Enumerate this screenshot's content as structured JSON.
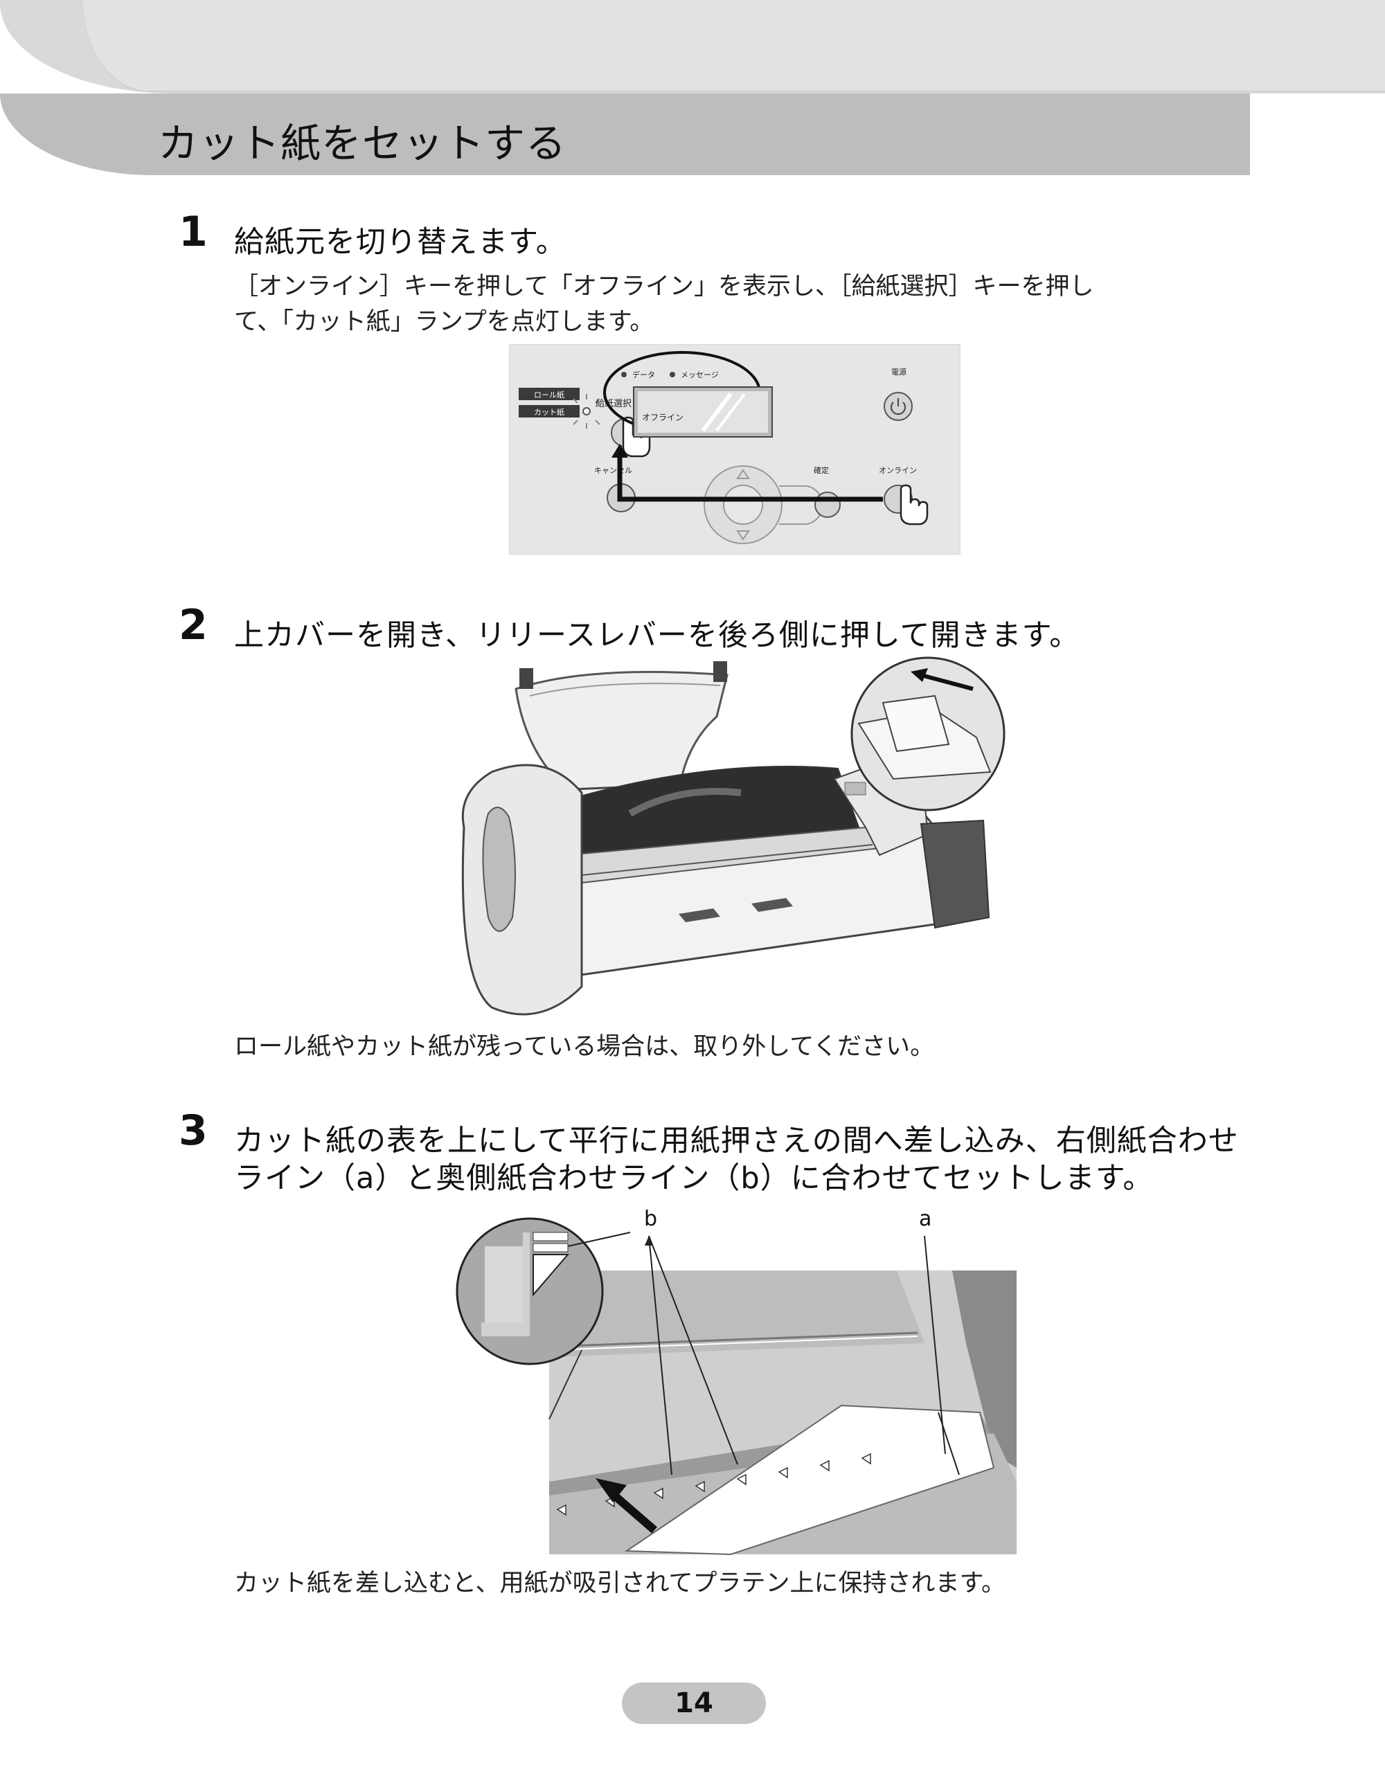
{
  "header": {
    "title": "カット紙をセットする"
  },
  "steps": [
    {
      "number": "1",
      "heading": "給紙元を切り替えます。",
      "body_line1": "［オンライン］キーを押して「オフライン」を表示し、［給紙選択］キーを押し",
      "body_line2": "て、「カット紙」ランプを点灯します。"
    },
    {
      "number": "2",
      "heading": "上カバーを開き、リリースレバーを後ろ側に押して開きます。",
      "note": "ロール紙やカット紙が残っている場合は、取り外してください。"
    },
    {
      "number": "3",
      "heading_line1": "カット紙の表を上にして平行に用紙押さえの間へ差し込み、右側紙合わせ",
      "heading_line2": "ライン（a）と奥側紙合わせライン（b）に合わせてセットします。",
      "note": "カット紙を差し込むと、用紙が吸引されてプラテン上に保持されます。"
    }
  ],
  "panel": {
    "roll_paper_label": "ロール紙",
    "cut_paper_label": "カット紙",
    "feed_select_label": "給紙選択",
    "cancel_label": "キャンセル",
    "data_label": "データ",
    "message_label": "メッセージ",
    "display_text": "オフライン",
    "power_label": "電源",
    "ok_label": "確定",
    "online_label": "オンライン"
  },
  "callouts": {
    "a": "a",
    "b": "b"
  },
  "page_number": "14"
}
